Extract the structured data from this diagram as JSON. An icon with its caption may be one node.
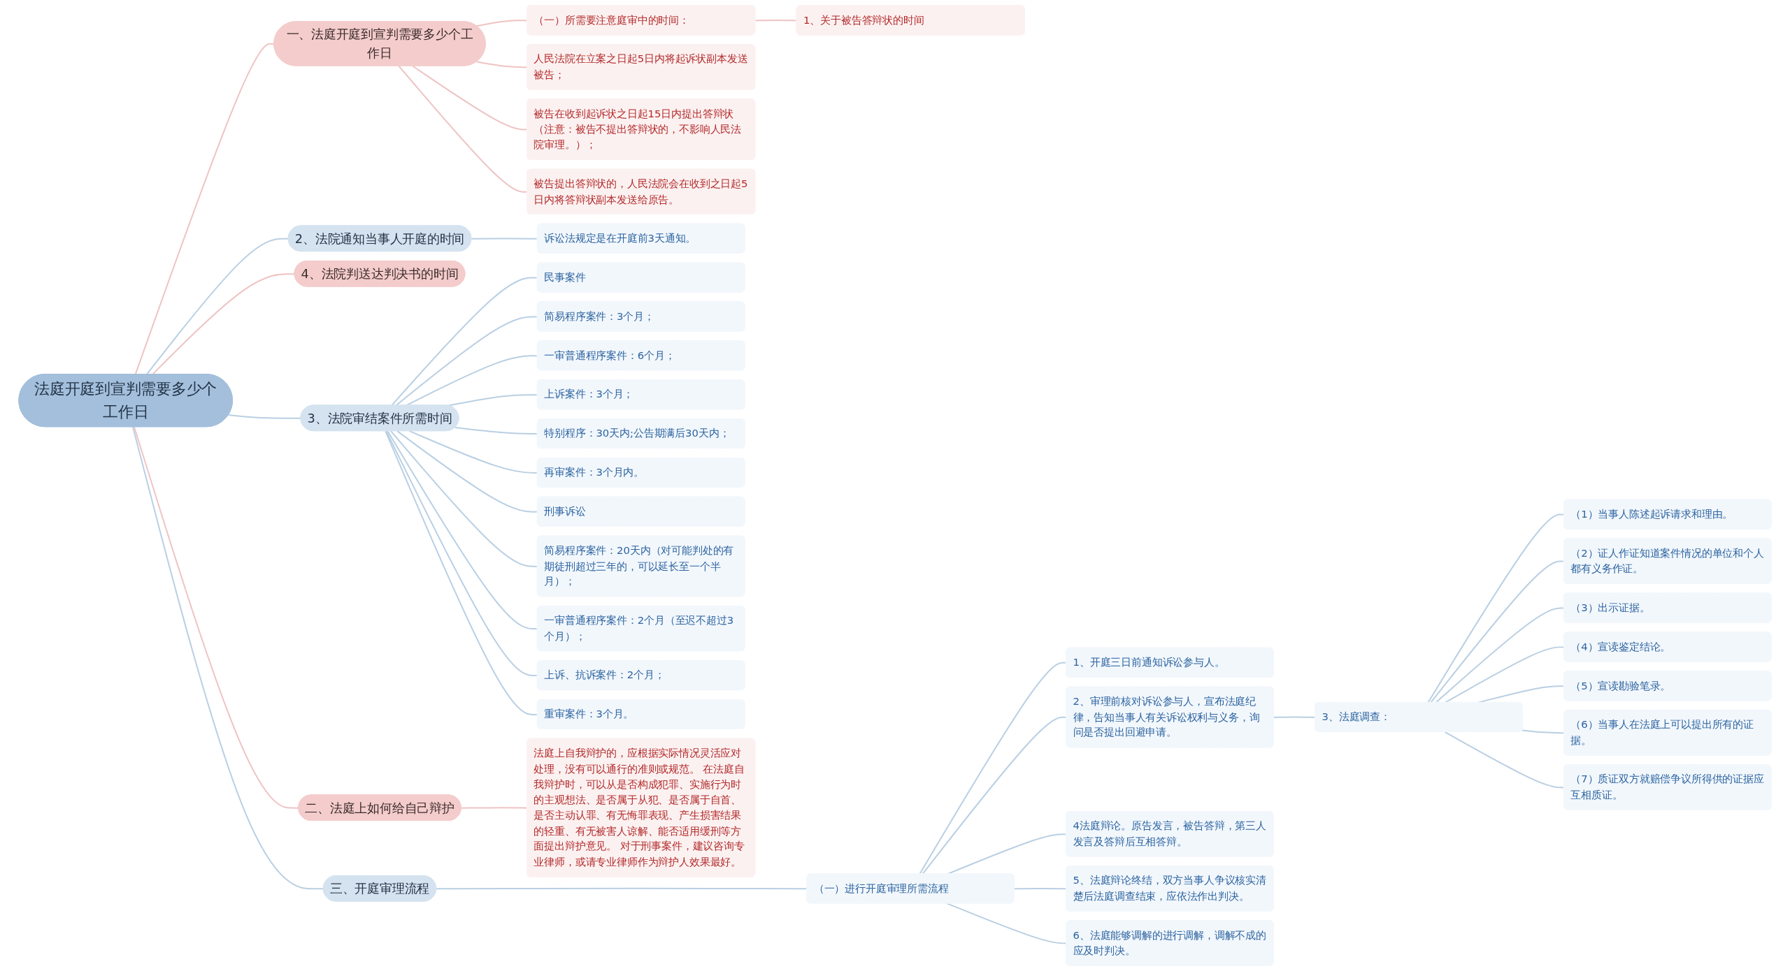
{
  "diagram": {
    "nodes": [
      {
        "text": [
          "法庭开庭到宣判需要多少个工作日"
        ]
      },
      {
        "text": [
          "一、法庭开庭到宣判需要多少个工作日"
        ]
      },
      {
        "text": [
          "（一）所需要注意庭审中的时间："
        ]
      },
      {
        "text": [
          "1、关于被告答辩状的时间"
        ]
      },
      {
        "text": [
          "人民法院在立案之日起5日内将起诉状副本发送被告；"
        ]
      },
      {
        "text": [
          "被告在收到起诉状之日起15日内提出答辩状（注意：被告不提出答辩状的，不影响人民法院审理。）；"
        ]
      },
      {
        "text": [
          "被告提出答辩状的，人民法院会在收到之日起5日内将答辩状副本发送给原告。"
        ]
      },
      {
        "text": [
          "2、法院通知当事人开庭的时间"
        ]
      },
      {
        "text": [
          "诉讼法规定是在开庭前3天通知。"
        ]
      },
      {
        "text": [
          "4、法院判送达判决书的时间"
        ]
      },
      {
        "text": [
          "3、法院审结案件所需时间"
        ]
      },
      {
        "text": [
          "民事案件"
        ]
      },
      {
        "text": [
          "简易程序案件：3个月；"
        ]
      },
      {
        "text": [
          "一审普通程序案件：6个月；"
        ]
      },
      {
        "text": [
          "上诉案件：3个月；"
        ]
      },
      {
        "text": [
          "特别程序：30天内;公告期满后30天内；"
        ]
      },
      {
        "text": [
          "再审案件：3个月内。"
        ]
      },
      {
        "text": [
          "刑事诉讼"
        ]
      },
      {
        "text": [
          "简易程序案件：20天内（对可能判处的有期徒刑超过三年的，可以延长至一个半月）；"
        ]
      },
      {
        "text": [
          "一审普通程序案件：2个月（至迟不超过3个月）；"
        ]
      },
      {
        "text": [
          "上诉、抗诉案件：2个月；"
        ]
      },
      {
        "text": [
          "重审案件：3个月。"
        ]
      },
      {
        "text": [
          "三、开庭审理流程"
        ]
      },
      {
        "text": [
          "（一）进行开庭审理所需流程"
        ]
      },
      {
        "text": [
          "1、开庭三日前通知诉讼参与人。"
        ]
      },
      {
        "text": [
          "2、审理前核对诉讼参与人，宣布法庭纪律，告知当事人有关诉讼权利与义务，询问是否提出回避申请。"
        ]
      },
      {
        "text": [
          "3、法庭调查："
        ]
      },
      {
        "text": [
          "（1）当事人陈述起诉请求和理由。"
        ]
      },
      {
        "text": [
          "（2）证人作证知道案件情况的单位和个人都有义务作证。"
        ]
      },
      {
        "text": [
          "（3）出示证据。"
        ]
      },
      {
        "text": [
          "（4）宣读鉴定结论。"
        ]
      },
      {
        "text": [
          "（5）宣读勘验笔录。"
        ]
      },
      {
        "text": [
          "（6）当事人在法庭上可以提出所有的证据。"
        ]
      },
      {
        "text": [
          "（7）质证双方就赔偿争议所得供的证据应互相质证。"
        ]
      },
      {
        "text": [
          "4法庭辩论。原告发言，被告答辩，第三人发言及答辩后互相答辩。"
        ]
      },
      {
        "text": [
          "5、法庭辩论终结，双方当事人争议核实清楚后法庭调查结束，应依法作出判决。"
        ]
      },
      {
        "text": [
          "6、法庭能够调解的进行调解，调解不成的应及时判决。"
        ]
      },
      {
        "text": [
          "二、法庭上如何给自己辩护"
        ]
      },
      {
        "text": [
          "法庭上自我辩护的，应根据实际情况灵活应对处理，没有可以通行的准则或规范。 在法庭自我辩护时，可以从是否构成犯罪、实施行为时的主观想法、是否属于从犯、是否属于自首、是否主动认罪、有无悔罪表现、产生损害结果的轻重、有无被害人谅解、能否适用缓刑等方面提出辩护意见。 对于刑事案件，建议咨询专业律师，或请专业律师作为辩护人效果最好。"
        ]
      }
    ],
    "edges": [
      {
        "from": 0,
        "to": 1,
        "arrow": "none",
        "color": "#efc3c3"
      },
      {
        "from": 1,
        "to": 2,
        "arrow": "none",
        "color": "#efc3c3"
      },
      {
        "from": 2,
        "to": 3,
        "arrow": "none",
        "color": "#efc3c3"
      },
      {
        "from": 1,
        "to": 4,
        "arrow": "none",
        "color": "#efc3c3"
      },
      {
        "from": 1,
        "to": 5,
        "arrow": "none",
        "color": "#efc3c3"
      },
      {
        "from": 1,
        "to": 6,
        "arrow": "none",
        "color": "#efc3c3"
      },
      {
        "from": 0,
        "to": 7,
        "arrow": "none"
      },
      {
        "from": 7,
        "to": 8,
        "arrow": "none"
      },
      {
        "from": 0,
        "to": 9,
        "arrow": "none",
        "color": "#efc3c3"
      },
      {
        "from": 0,
        "to": 10,
        "arrow": "none"
      },
      {
        "from": 10,
        "to": 11,
        "arrow": "none"
      },
      {
        "from": 10,
        "to": 12,
        "arrow": "none"
      },
      {
        "from": 10,
        "to": 13,
        "arrow": "none"
      },
      {
        "from": 10,
        "to": 14,
        "arrow": "none"
      },
      {
        "from": 10,
        "to": 15,
        "arrow": "none"
      },
      {
        "from": 10,
        "to": 16,
        "arrow": "none"
      },
      {
        "from": 10,
        "to": 17,
        "arrow": "none"
      },
      {
        "from": 10,
        "to": 18,
        "arrow": "none"
      },
      {
        "from": 10,
        "to": 19,
        "arrow": "none"
      },
      {
        "from": 10,
        "to": 20,
        "arrow": "none"
      },
      {
        "from": 10,
        "to": 21,
        "arrow": "none"
      },
      {
        "from": 0,
        "to": 22,
        "arrow": "none"
      },
      {
        "from": 22,
        "to": 23,
        "arrow": "none"
      },
      {
        "from": 23,
        "to": 24,
        "arrow": "none"
      },
      {
        "from": 23,
        "to": 25,
        "arrow": "none"
      },
      {
        "from": 25,
        "to": 26,
        "arrow": "none"
      },
      {
        "from": 26,
        "to": 27,
        "arrow": "none"
      },
      {
        "from": 26,
        "to": 28,
        "arrow": "none"
      },
      {
        "from": 26,
        "to": 29,
        "arrow": "none"
      },
      {
        "from": 26,
        "to": 30,
        "arrow": "none"
      },
      {
        "from": 26,
        "to": 31,
        "arrow": "none"
      },
      {
        "from": 26,
        "to": 32,
        "arrow": "none"
      },
      {
        "from": 26,
        "to": 33,
        "arrow": "none"
      },
      {
        "from": 23,
        "to": 34,
        "arrow": "none"
      },
      {
        "from": 23,
        "to": 35,
        "arrow": "none"
      },
      {
        "from": 23,
        "to": 36,
        "arrow": "none"
      },
      {
        "from": 0,
        "to": 37,
        "arrow": "none",
        "color": "#efc3c3"
      },
      {
        "from": 37,
        "to": 38,
        "arrow": "none",
        "color": "#efc3c3"
      }
    ]
  }
}
